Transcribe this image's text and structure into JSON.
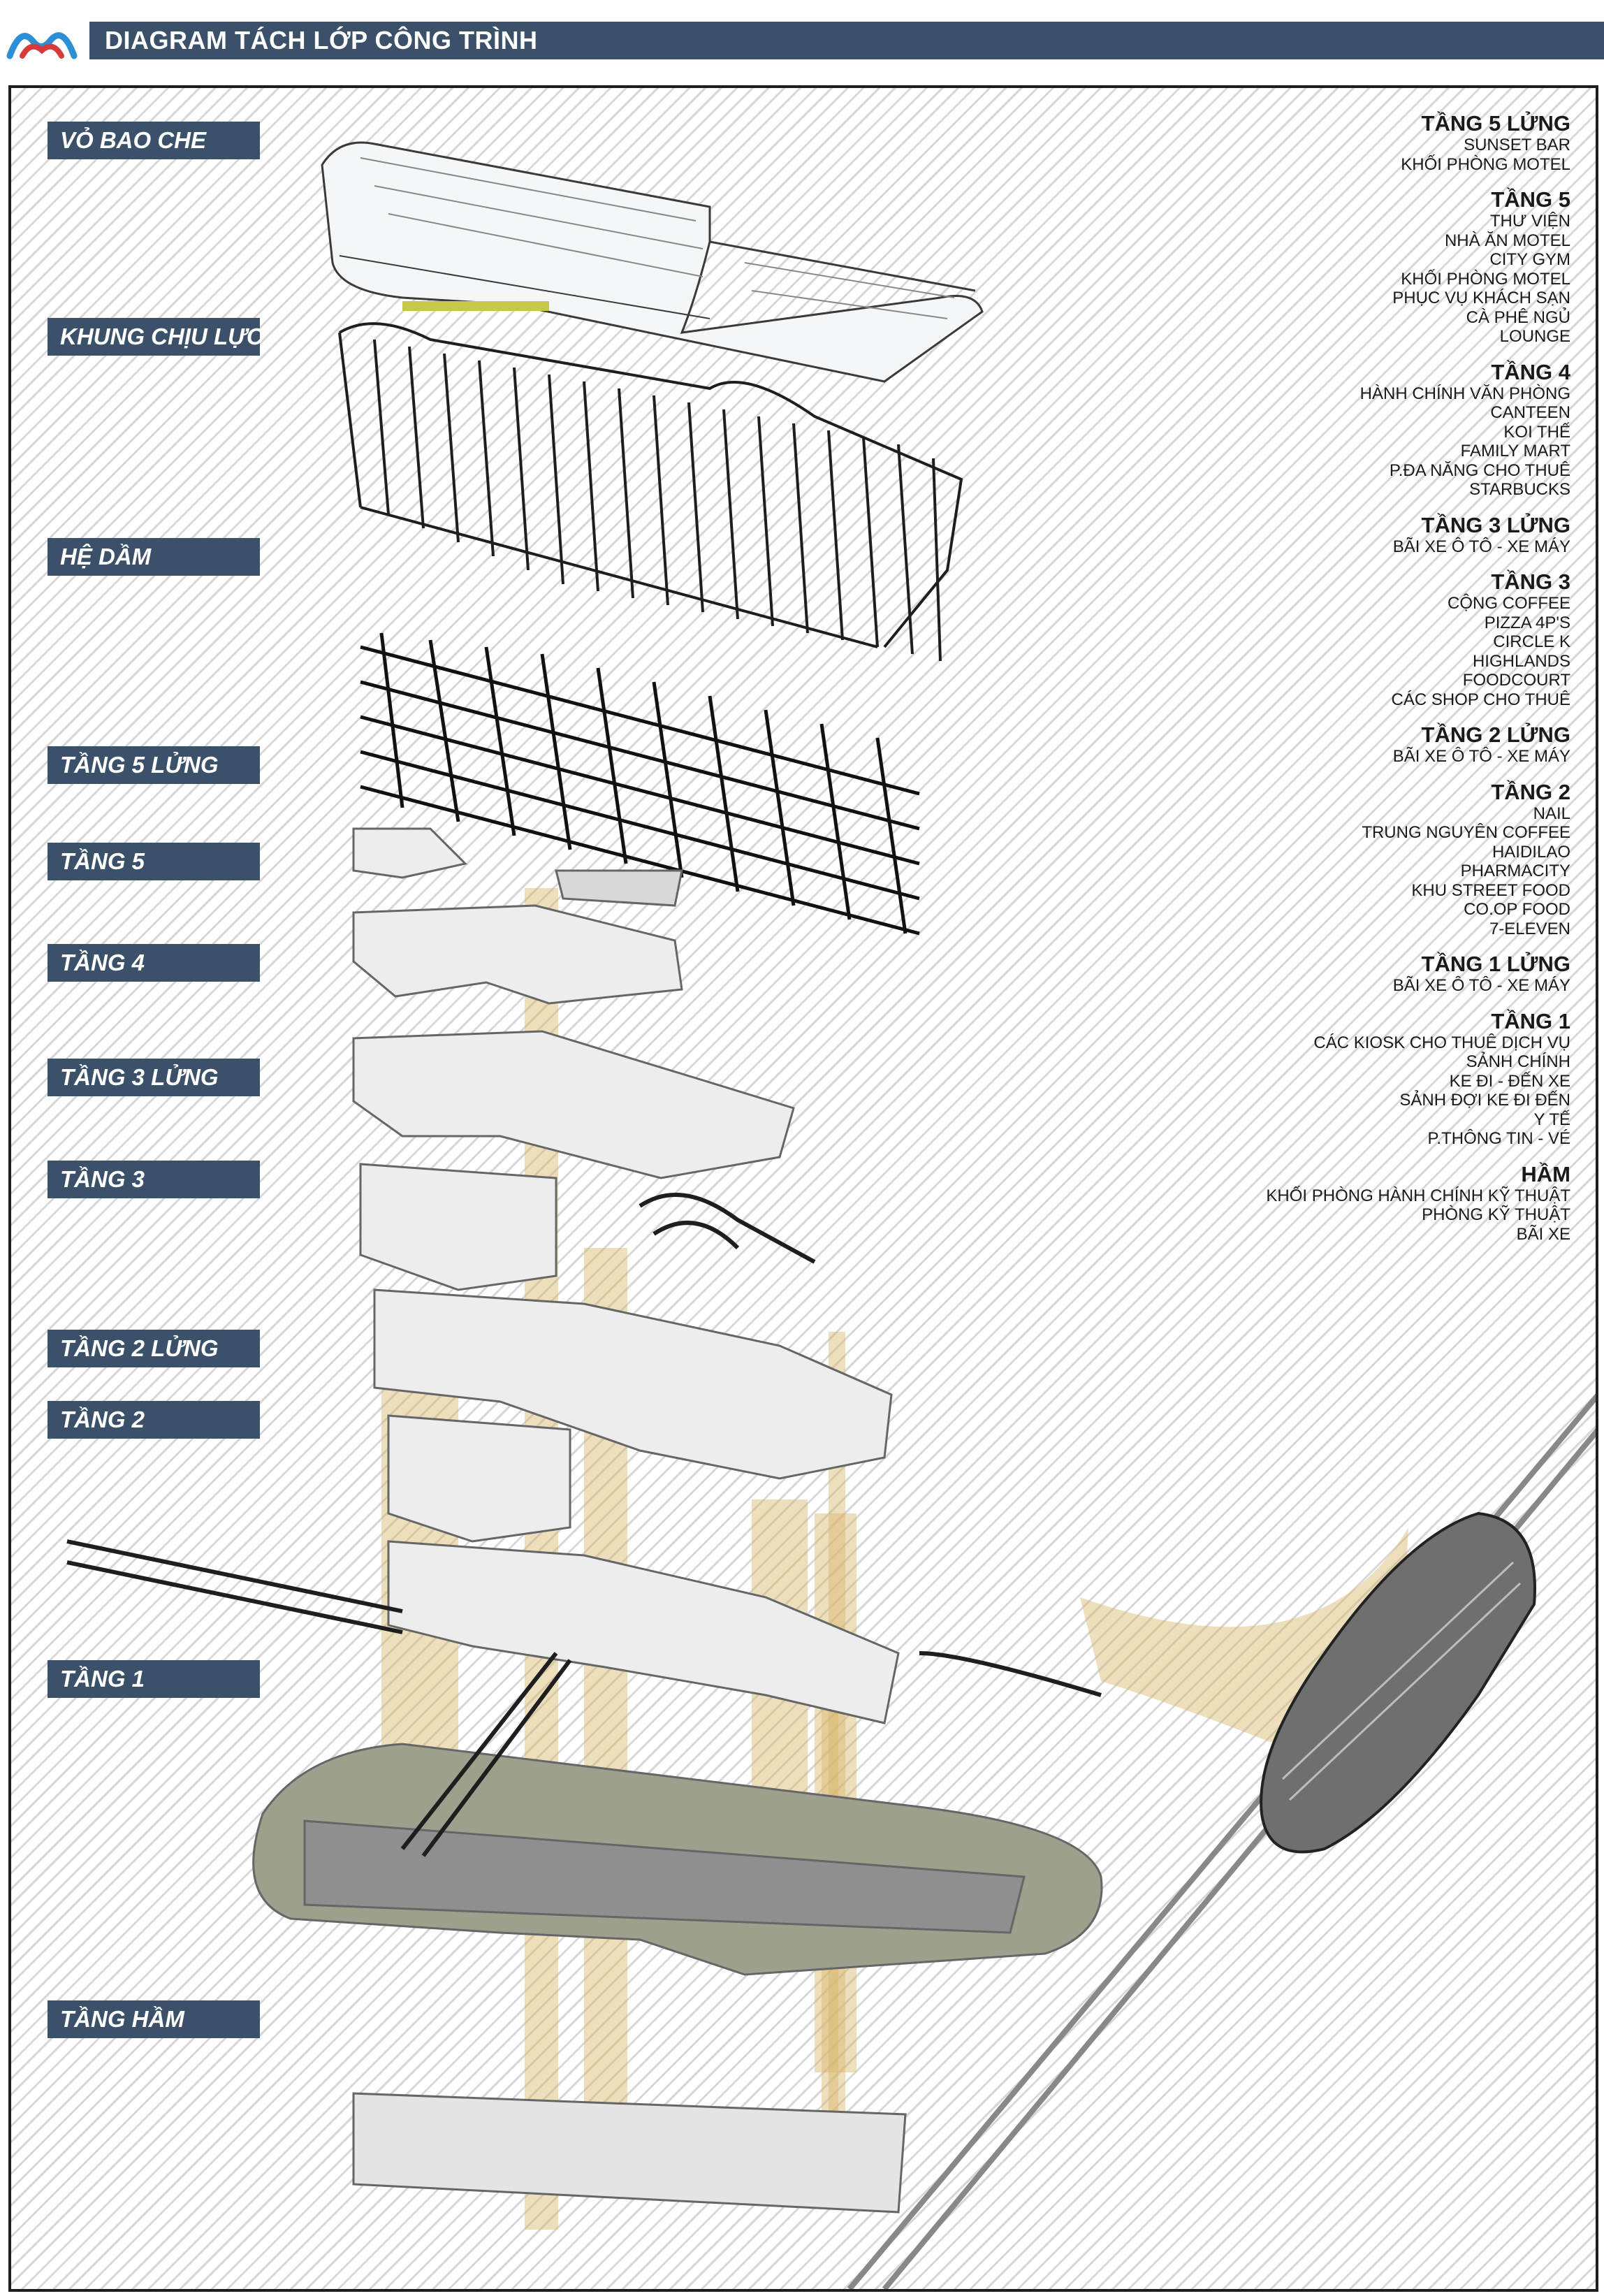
{
  "header": {
    "title": "DIAGRAM TÁCH LỚP CÔNG TRÌNH",
    "accent_color": "#3a5169",
    "logo_colors": [
      "#2a8fd6",
      "#d63a3a"
    ]
  },
  "layer_labels": [
    "VỎ BAO CHE",
    "KHUNG CHỊU LỰC",
    "HỆ DẦM",
    "TẦNG 5 LỬNG",
    "TẦNG 5",
    "TẦNG 4",
    "TẦNG 3 LỬNG",
    "TẦNG 3",
    "TẦNG 2 LỬNG",
    "TẦNG 2",
    "TẦNG 1",
    "TẦNG HẦM"
  ],
  "program": [
    {
      "title": "TẦNG 5 LỬNG",
      "items": [
        "SUNSET BAR",
        "KHỐI PHÒNG MOTEL"
      ]
    },
    {
      "title": "TẦNG 5",
      "items": [
        "THƯ VIỆN",
        "NHÀ ĂN MOTEL",
        "CITY GYM",
        "KHỐI PHÒNG MOTEL",
        "PHỤC VỤ KHÁCH SẠN",
        "CÀ PHÊ NGỦ",
        "LOUNGE"
      ]
    },
    {
      "title": "TẦNG 4",
      "items": [
        "HÀNH CHÍNH VĂN PHÒNG",
        "CANTEEN",
        "KOI THẾ",
        "FAMILY MART",
        "P.ĐA NĂNG CHO THUÊ",
        "STARBUCKS"
      ]
    },
    {
      "title": "TẦNG 3 LỬNG",
      "items": [
        "BÃI XE Ô TÔ - XE MÁY"
      ]
    },
    {
      "title": "TẦNG 3",
      "items": [
        "CỘNG COFFEE",
        "PIZZA 4P'S",
        "CIRCLE K",
        "HIGHLANDS",
        "FOODCOURT",
        "CÁC SHOP CHO THUÊ"
      ]
    },
    {
      "title": "TẦNG 2 LỬNG",
      "items": [
        "BÃI XE Ô TÔ - XE MÁY"
      ]
    },
    {
      "title": "TẦNG 2",
      "items": [
        "NAIL",
        "TRUNG NGUYÊN COFFEE",
        "HAIDILAO",
        "PHARMACITY",
        "KHU STREET FOOD",
        "CO.OP FOOD",
        "7-ELEVEN"
      ]
    },
    {
      "title": "TẦNG 1 LỬNG",
      "items": [
        "BÃI XE Ô TÔ - XE MÁY"
      ]
    },
    {
      "title": "TẦNG 1",
      "items": [
        "CÁC KIOSK CHO THUÊ DỊCH VỤ",
        "SẢNH CHÍNH",
        "KE ĐI - ĐẾN XE",
        "SẢNH ĐỢI KE ĐI ĐẾN",
        "Y TẾ",
        "P.THÔNG TIN - VÉ"
      ]
    },
    {
      "title": "HẦM",
      "items": [
        "KHỐI PHÒNG HÀNH CHÍNH KỸ THUẬT",
        "PHÒNG KỸ THUẬT",
        "BÃI XE"
      ]
    }
  ]
}
